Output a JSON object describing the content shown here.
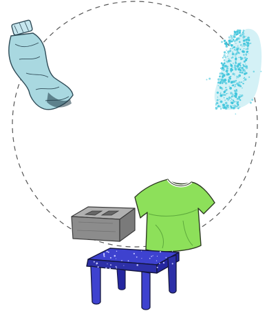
{
  "diagram": {
    "kind": "recycling-cycle",
    "items": [
      {
        "id": "crushed-bottle",
        "icon": "crushed-plastic-bottle-icon",
        "color": "#9fd6df"
      },
      {
        "id": "shredded-flakes",
        "icon": "plastic-flakes-icon",
        "color": "#5ccfe0"
      },
      {
        "id": "t-shirt",
        "icon": "t-shirt-icon",
        "color": "#8ee05a"
      },
      {
        "id": "concrete-block",
        "icon": "concrete-block-icon",
        "color": "#8c8c8c"
      },
      {
        "id": "table",
        "icon": "table-icon",
        "color": "#3c3fc8"
      }
    ],
    "cycle_line": {
      "style": "dashed",
      "color": "#555555"
    }
  }
}
